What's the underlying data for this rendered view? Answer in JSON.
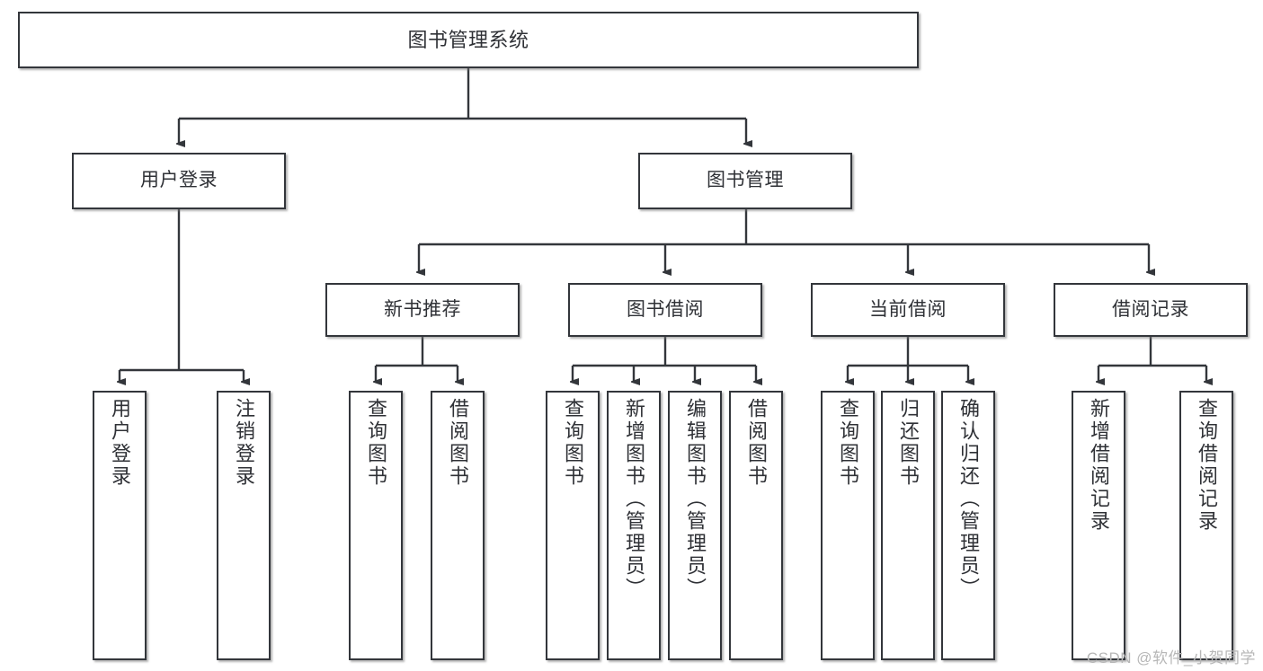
{
  "diagram": {
    "title": "图书管理系统",
    "watermark": "CSDN @软件_小贺同学",
    "colors": {
      "box_border": "#33363b",
      "box_fill": "#ffffff",
      "edge": "#33363b",
      "text": "#2f3136",
      "watermark": "#b7b7b7"
    },
    "root": {
      "label": "图书管理系统"
    },
    "level2": [
      {
        "label": "用户登录"
      },
      {
        "label": "图书管理"
      }
    ],
    "level3": [
      {
        "label": "新书推荐"
      },
      {
        "label": "图书借阅"
      },
      {
        "label": "当前借阅"
      },
      {
        "label": "借阅记录"
      }
    ],
    "leaves": {
      "user_login": [
        {
          "label": "用户登录"
        },
        {
          "label": "注销登录"
        }
      ],
      "new_book_recommend": [
        {
          "label": "查询图书"
        },
        {
          "label": "借阅图书"
        }
      ],
      "book_borrow": [
        {
          "label": "查询图书"
        },
        {
          "label": "新增图书（管理员）"
        },
        {
          "label": "编辑图书（管理员）"
        },
        {
          "label": "借阅图书"
        }
      ],
      "current_borrow": [
        {
          "label": "查询图书"
        },
        {
          "label": "归还图书"
        },
        {
          "label": "确认归还（管理员）"
        }
      ],
      "borrow_record": [
        {
          "label": "新增借阅记录"
        },
        {
          "label": "查询借阅记录"
        }
      ]
    }
  }
}
